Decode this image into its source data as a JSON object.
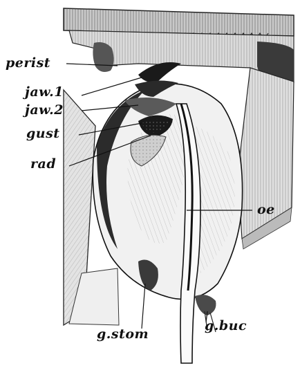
{
  "figure": {
    "labels": {
      "perist": "perist",
      "jaw1": "jaw.1",
      "jaw2": "jaw.2",
      "gust": "gust",
      "rad": "rad",
      "oe": "oe",
      "gstom": "g.stom",
      "gbuc": "g.buc"
    },
    "colors": {
      "ink": "#111111",
      "paper": "#ffffff",
      "mid_gray": "#9a9a9a",
      "light_gray": "#d4d4d4"
    }
  }
}
